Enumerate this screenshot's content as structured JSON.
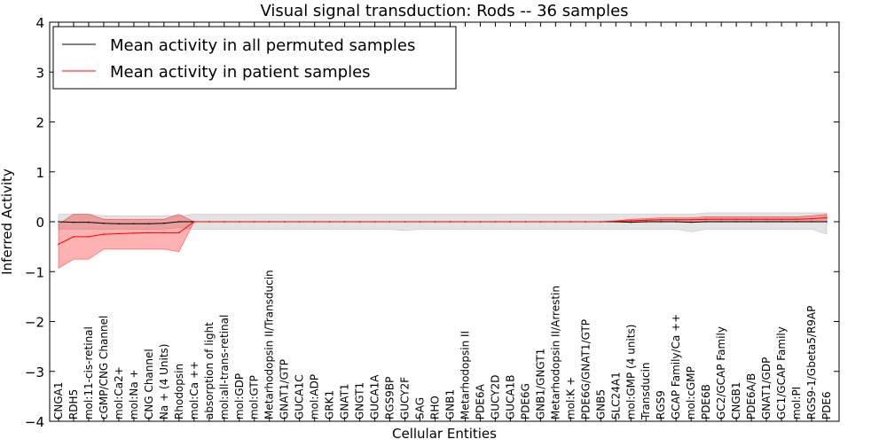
{
  "chart_data": {
    "type": "line",
    "title": "Visual signal transduction: Rods -- 36 samples",
    "xlabel": "Cellular Entities",
    "ylabel": "Inferred Activity",
    "ylim": [
      -4,
      4
    ],
    "yticks": [
      -4,
      -3,
      -2,
      -1,
      0,
      1,
      2,
      3,
      4
    ],
    "ytick_labels": [
      "−4",
      "−3",
      "−2",
      "−1",
      "0",
      "1",
      "2",
      "3",
      "4"
    ],
    "grid": false,
    "legend_position": "top-left",
    "categories": [
      "CNGA1",
      "RDH5",
      "mol:11-cis-retinal",
      "cGMP/CNG Channel",
      "mol:Ca2+",
      "mol:Na +",
      "CNG Channel",
      "Na + (4 Units)",
      "Rhodopsin",
      "mol:Ca ++",
      "absorption of light",
      "mol:all-trans-retinal",
      "mol:GDP",
      "mol:GTP",
      "Metarhodopsin II/Transducin",
      "GNAT1/GTP",
      "GUCA1C",
      "mol:ADP",
      "GRK1",
      "GNAT1",
      "GNGT1",
      "GUCA1A",
      "RGS9BP",
      "GUCY2F",
      "SAG",
      "RHO",
      "GNB1",
      "Metarhodopsin II",
      "PDE6A",
      "GUCY2D",
      "GUCA1B",
      "PDE6G",
      "GNB1/GNGT1",
      "Metarhodopsin II/Arrestin",
      "mol:K +",
      "PDE6G/GNAT1/GTP",
      "GNB5",
      "SLC24A1",
      "mol:GMP (4 units)",
      "Transducin",
      "RGS9",
      "GCAP Family/Ca ++",
      "mol:cGMP",
      "PDE6B",
      "GC2/GCAP Family",
      "CNGB1",
      "PDE6A/B",
      "GNAT1/GDP",
      "GC1/GCAP Family",
      "mol:PI",
      "RGS9-1/Gbeta5/R9AP",
      "PDE6"
    ],
    "series": [
      {
        "name": "Mean activity in all permuted samples",
        "color": "#000000",
        "band_color": "#cccccc",
        "values": [
          0.0,
          -0.01,
          -0.01,
          -0.03,
          -0.04,
          -0.04,
          -0.04,
          -0.03,
          0.0,
          0.0,
          0.0,
          0.0,
          0.0,
          0.0,
          0.0,
          0.0,
          0.0,
          0.0,
          0.0,
          0.0,
          0.0,
          0.0,
          0.0,
          0.0,
          0.0,
          0.0,
          0.0,
          0.0,
          0.0,
          0.0,
          0.0,
          0.0,
          0.0,
          0.0,
          0.0,
          0.0,
          0.0,
          0.0,
          -0.01,
          0.0,
          0.0,
          0.0,
          -0.01,
          0.0,
          0.0,
          0.0,
          0.0,
          0.0,
          0.0,
          0.0,
          0.0,
          0.0
        ],
        "upper": [
          0.15,
          0.15,
          0.15,
          0.12,
          0.12,
          0.12,
          0.12,
          0.12,
          0.12,
          0.15,
          0.15,
          0.15,
          0.15,
          0.15,
          0.15,
          0.15,
          0.15,
          0.15,
          0.15,
          0.15,
          0.15,
          0.15,
          0.15,
          0.15,
          0.15,
          0.15,
          0.15,
          0.15,
          0.15,
          0.15,
          0.15,
          0.15,
          0.15,
          0.15,
          0.15,
          0.15,
          0.15,
          0.15,
          0.15,
          0.15,
          0.15,
          0.15,
          0.15,
          0.18,
          0.18,
          0.18,
          0.18,
          0.18,
          0.18,
          0.18,
          0.18,
          0.18
        ],
        "lower": [
          -0.15,
          -0.15,
          -0.15,
          -0.15,
          -0.15,
          -0.15,
          -0.15,
          -0.15,
          -0.12,
          -0.15,
          -0.15,
          -0.15,
          -0.15,
          -0.15,
          -0.15,
          -0.15,
          -0.15,
          -0.15,
          -0.15,
          -0.15,
          -0.15,
          -0.15,
          -0.15,
          -0.18,
          -0.15,
          -0.15,
          -0.15,
          -0.15,
          -0.15,
          -0.15,
          -0.15,
          -0.15,
          -0.15,
          -0.15,
          -0.15,
          -0.15,
          -0.15,
          -0.15,
          -0.15,
          -0.15,
          -0.15,
          -0.15,
          -0.2,
          -0.15,
          -0.15,
          -0.15,
          -0.15,
          -0.15,
          -0.15,
          -0.15,
          -0.15,
          -0.25
        ]
      },
      {
        "name": "Mean activity in patient samples",
        "color": "#ff0000",
        "band_color": "#ff0000",
        "values": [
          -0.45,
          -0.3,
          -0.3,
          -0.25,
          -0.24,
          -0.23,
          -0.22,
          -0.22,
          -0.22,
          0.0,
          0.0,
          0.0,
          0.0,
          0.0,
          0.0,
          0.0,
          0.0,
          0.0,
          0.0,
          0.0,
          0.0,
          0.0,
          0.0,
          0.0,
          0.0,
          0.0,
          0.0,
          0.0,
          0.0,
          0.0,
          0.0,
          0.0,
          0.0,
          0.0,
          0.0,
          0.0,
          0.0,
          0.01,
          0.02,
          0.03,
          0.04,
          0.04,
          0.04,
          0.05,
          0.05,
          0.05,
          0.05,
          0.05,
          0.05,
          0.05,
          0.06,
          0.08
        ],
        "upper": [
          -0.05,
          0.15,
          0.15,
          0.05,
          0.05,
          0.05,
          0.05,
          0.05,
          0.15,
          0.0,
          0.0,
          0.0,
          0.0,
          0.0,
          0.0,
          0.0,
          0.0,
          0.0,
          0.0,
          0.0,
          0.0,
          0.0,
          0.0,
          0.0,
          0.0,
          0.0,
          0.0,
          0.0,
          0.0,
          0.0,
          0.0,
          0.0,
          0.0,
          0.0,
          0.0,
          0.0,
          0.0,
          0.02,
          0.05,
          0.06,
          0.08,
          0.08,
          0.08,
          0.1,
          0.1,
          0.1,
          0.1,
          0.1,
          0.1,
          0.1,
          0.12,
          0.15
        ],
        "lower": [
          -0.93,
          -0.75,
          -0.75,
          -0.55,
          -0.55,
          -0.55,
          -0.55,
          -0.55,
          -0.6,
          0.0,
          0.0,
          0.0,
          0.0,
          0.0,
          0.0,
          0.0,
          0.0,
          0.0,
          0.0,
          0.0,
          0.0,
          0.0,
          0.0,
          0.0,
          0.0,
          0.0,
          0.0,
          0.0,
          0.0,
          0.0,
          0.0,
          0.0,
          0.0,
          0.0,
          0.0,
          0.0,
          0.0,
          0.0,
          0.0,
          0.0,
          0.0,
          0.0,
          0.0,
          0.0,
          0.0,
          0.0,
          0.0,
          0.0,
          0.0,
          0.0,
          0.0,
          0.0
        ]
      }
    ]
  }
}
